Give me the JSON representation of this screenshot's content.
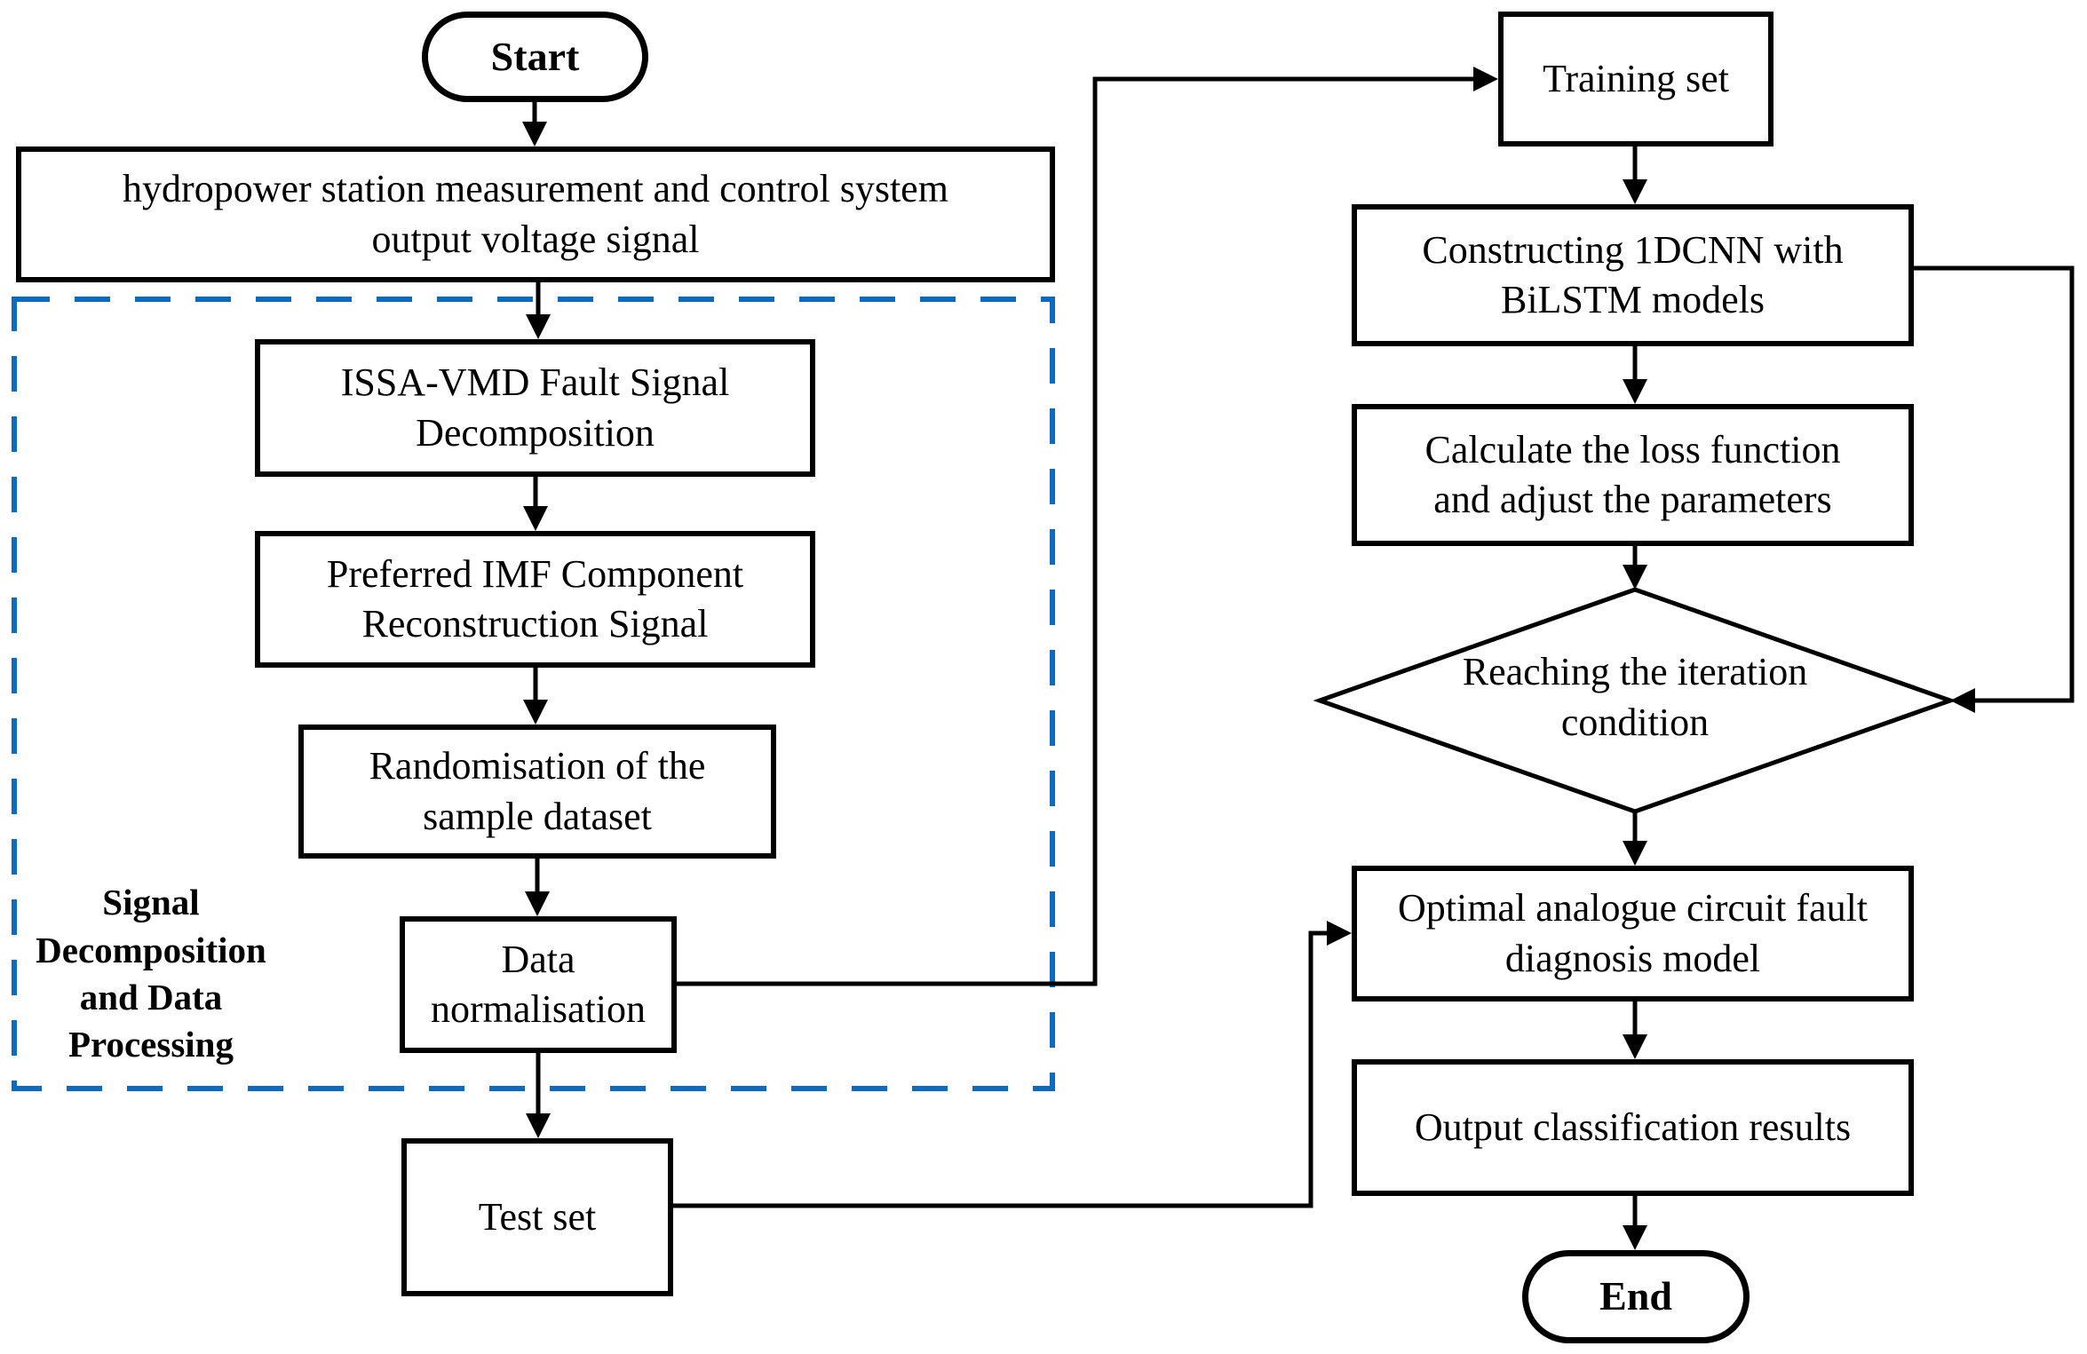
{
  "figure": {
    "type": "flowchart",
    "description": "Analogue circuit fault diagnosis flowchart using ISSA-VMD signal decomposition and 1DCNN-BiLSTM model"
  },
  "colors": {
    "accent_blue": "#0D6BBF",
    "line_black": "#000000",
    "background": "#FFFFFF"
  },
  "region": {
    "label": "Signal\nDecomposition\nand Data\nProcessing"
  },
  "nodes": {
    "start": {
      "label": "Start",
      "shape": "terminator"
    },
    "hydropower": {
      "label": "hydropower station measurement and control system\noutput voltage signal",
      "shape": "process"
    },
    "issa": {
      "label": "ISSA-VMD Fault Signal\nDecomposition",
      "shape": "process"
    },
    "preferred": {
      "label": "Preferred IMF Component\nReconstruction Signal",
      "shape": "process"
    },
    "randomisation": {
      "label": "Randomisation of the\nsample dataset",
      "shape": "process"
    },
    "data_normalisation": {
      "label": "Data\nnormalisation",
      "shape": "process"
    },
    "test_set": {
      "label": "Test set",
      "shape": "process"
    },
    "training_set": {
      "label": "Training set",
      "shape": "process"
    },
    "constructing": {
      "label": "Constructing 1DCNN with\nBiLSTM models",
      "shape": "process"
    },
    "calculate": {
      "label": "Calculate the loss function\nand adjust the parameters",
      "shape": "process"
    },
    "decision": {
      "label": "Reaching the iteration\ncondition",
      "shape": "decision"
    },
    "optimal": {
      "label": "Optimal analogue circuit fault\ndiagnosis model",
      "shape": "process"
    },
    "output": {
      "label": "Output classification results",
      "shape": "process"
    },
    "end": {
      "label": "End",
      "shape": "terminator"
    }
  },
  "edges": [
    {
      "from": "start",
      "to": "hydropower"
    },
    {
      "from": "hydropower",
      "to": "issa"
    },
    {
      "from": "issa",
      "to": "preferred"
    },
    {
      "from": "preferred",
      "to": "randomisation"
    },
    {
      "from": "randomisation",
      "to": "data_normalisation"
    },
    {
      "from": "data_normalisation",
      "to": "test_set"
    },
    {
      "from": "data_normalisation",
      "to": "training_set"
    },
    {
      "from": "training_set",
      "to": "constructing"
    },
    {
      "from": "constructing",
      "to": "calculate"
    },
    {
      "from": "calculate",
      "to": "decision"
    },
    {
      "from": "constructing",
      "to": "decision",
      "note": "feedback loop on right side"
    },
    {
      "from": "decision",
      "to": "optimal"
    },
    {
      "from": "test_set",
      "to": "optimal"
    },
    {
      "from": "optimal",
      "to": "output"
    },
    {
      "from": "output",
      "to": "end"
    }
  ]
}
